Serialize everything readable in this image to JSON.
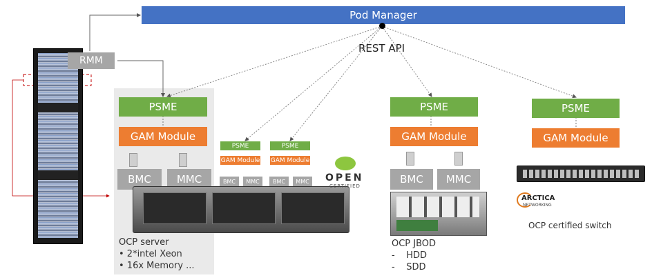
{
  "pod_manager": {
    "label": "Pod Manager"
  },
  "rest_api": {
    "label": "REST API"
  },
  "rmm": {
    "label": "RMM"
  },
  "ocp_server": {
    "psme": "PSME",
    "gam": "GAM Module",
    "bmc": "BMC",
    "mmc": "MMC",
    "title": "OCP server",
    "bullets": [
      "• 2*intel Xeon",
      "• 16x Memory ..."
    ]
  },
  "mini_nodes": [
    {
      "psme": "PSME",
      "gam": "GAM Module",
      "bmc": "BMC",
      "mmc": "MMC"
    },
    {
      "psme": "PSME",
      "gam": "GAM Module",
      "bmc": "BMC",
      "mmc": "MMC"
    }
  ],
  "open_certified": {
    "line1": "OPEN",
    "line2": "CERTIFIED"
  },
  "ocp_jbod": {
    "psme": "PSME",
    "gam": "GAM Module",
    "bmc": "BMC",
    "mmc": "MMC",
    "title": "OCP JBOD",
    "items": [
      "-    HDD",
      "-    SDD"
    ]
  },
  "ocp_switch": {
    "psme": "PSME",
    "gam": "GAM Module",
    "caption": "OCP certified switch",
    "brand_line1": "ARCTICA",
    "brand_line2": "NETWORKING"
  },
  "colors": {
    "pod": "#4472c4",
    "psme": "#70ad47",
    "gam": "#ed7d31",
    "gray": "#a6a6a6"
  }
}
